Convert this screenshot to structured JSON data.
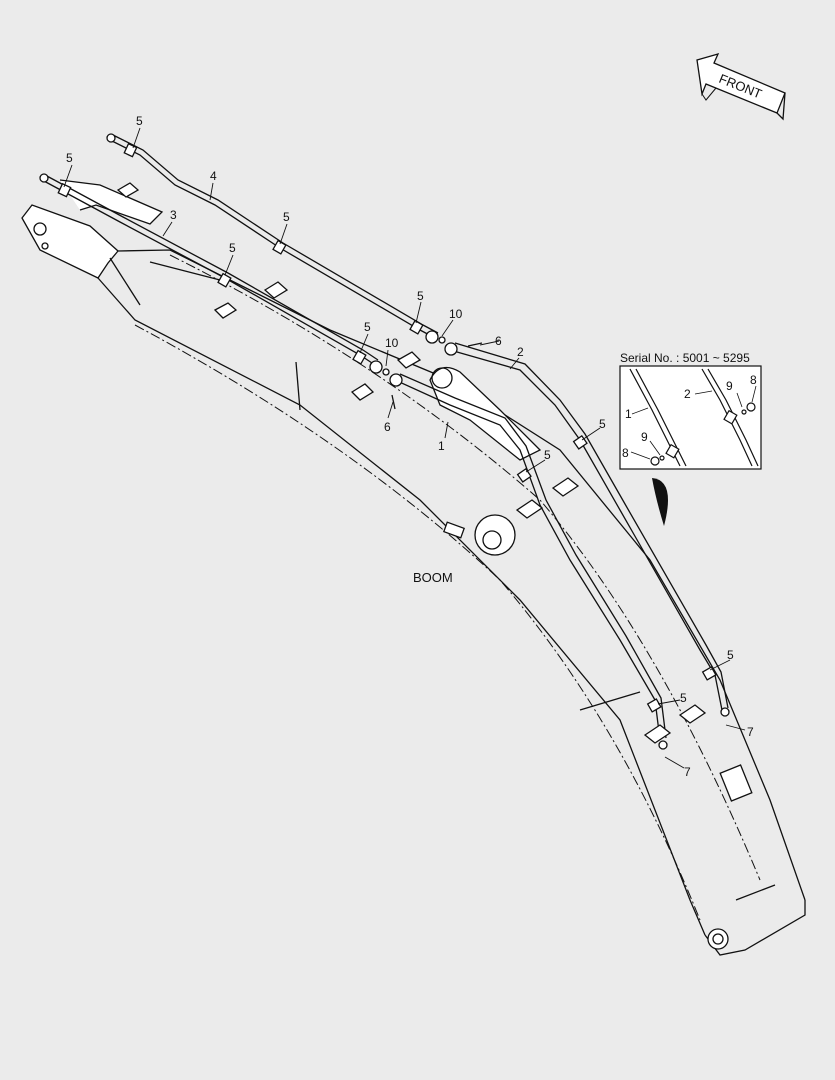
{
  "diagram": {
    "boom_label": "BOOM",
    "front_label": "FRONT",
    "inset_title": "Serial No. : 5001 ~ 5295",
    "callouts": {
      "c1": "1",
      "c2": "2",
      "c3": "3",
      "c4": "4",
      "c5": "5",
      "c6": "6",
      "c7": "7",
      "c8": "8",
      "c9": "9",
      "c10": "10"
    },
    "colors": {
      "background": "#ebebeb",
      "line": "#111111"
    }
  }
}
